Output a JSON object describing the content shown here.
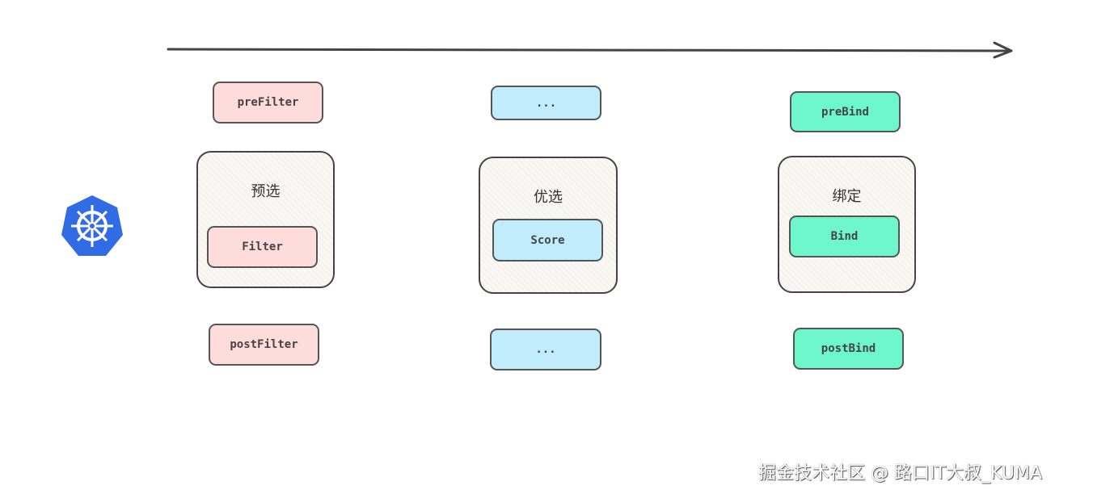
{
  "stages": [
    {
      "title": "预选",
      "pre": "preFilter",
      "main": "Filter",
      "post": "postFilter",
      "color": "#ffdcdc"
    },
    {
      "title": "优选",
      "pre": "...",
      "main": "Score",
      "post": "...",
      "color": "#c0ecfc"
    },
    {
      "title": "绑定",
      "pre": "preBind",
      "main": "Bind",
      "post": "postBind",
      "color": "#6ff7cc"
    }
  ],
  "logo_icon": "kubernetes-helm-wheel-icon",
  "watermark": "掘金技术社区 @ 路口IT大叔_KUMA"
}
